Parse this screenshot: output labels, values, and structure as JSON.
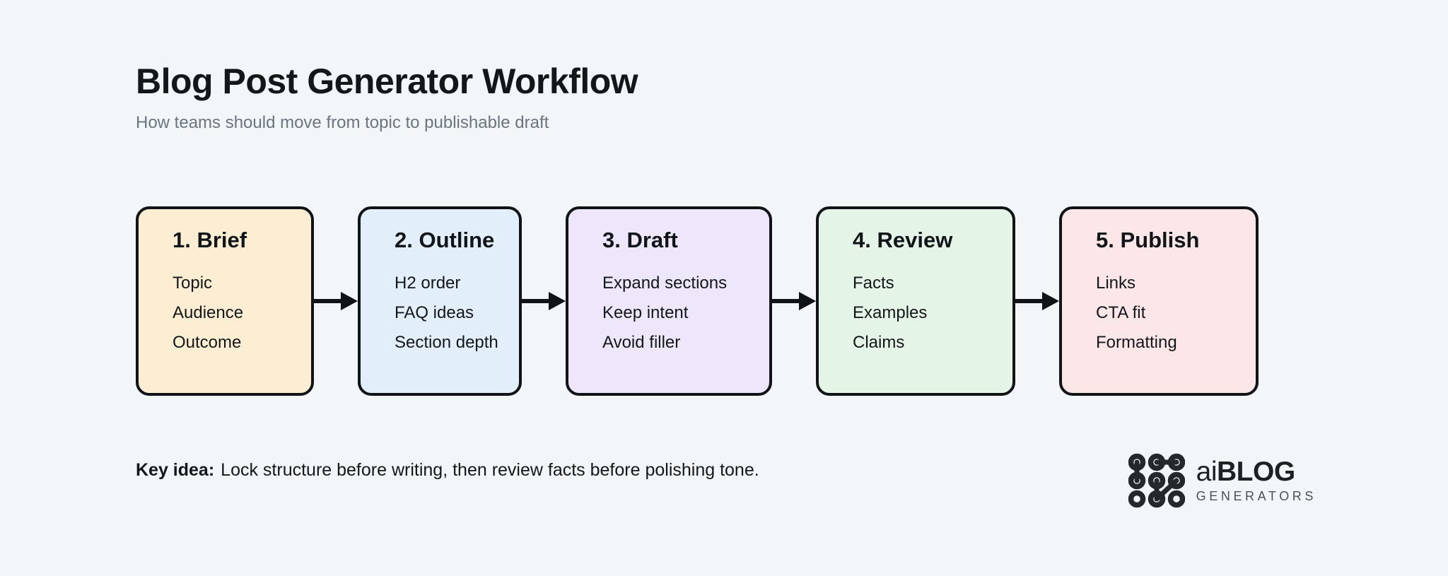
{
  "page": {
    "background_color": "#f2f6f9",
    "title": "Blog Post Generator Workflow",
    "subtitle": "How teams should move from topic to publishable draft"
  },
  "flow": {
    "connector_icon": "arrow-right-icon",
    "steps": [
      {
        "id": "brief",
        "title": "1. Brief",
        "fill_color": "#fdeed3",
        "border_color": "#111417",
        "items": [
          "Topic",
          "Audience",
          "Outcome"
        ]
      },
      {
        "id": "outline",
        "title": "2. Outline",
        "fill_color": "#e3eefb",
        "border_color": "#111417",
        "items": [
          "H2 order",
          "FAQ ideas",
          "Section depth"
        ]
      },
      {
        "id": "draft",
        "title": "3. Draft",
        "fill_color": "#eee7fb",
        "border_color": "#111417",
        "items": [
          "Expand sections",
          "Keep intent",
          "Avoid filler"
        ]
      },
      {
        "id": "review",
        "title": "4. Review",
        "fill_color": "#e4f4e6",
        "border_color": "#111417",
        "items": [
          "Facts",
          "Examples",
          "Claims"
        ]
      },
      {
        "id": "publish",
        "title": "5. Publish",
        "fill_color": "#fce6e8",
        "border_color": "#111417",
        "items": [
          "Links",
          "CTA fit",
          "Formatting"
        ]
      }
    ]
  },
  "footer": {
    "key_idea_label": "Key idea:",
    "key_idea_text": "Lock structure before writing, then review facts before polishing tone.",
    "logo": {
      "mark_icon": "node-grid-logo-icon",
      "word_light": "ai",
      "word_bold": "BLOG",
      "tagline": "GENERATORS"
    }
  }
}
